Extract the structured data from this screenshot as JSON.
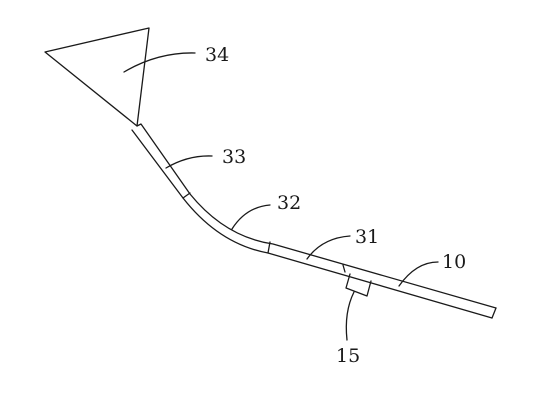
{
  "labels": {
    "part_34": "34",
    "part_33": "33",
    "part_32": "32",
    "part_31": "31",
    "part_10": "10",
    "part_15": "15"
  }
}
